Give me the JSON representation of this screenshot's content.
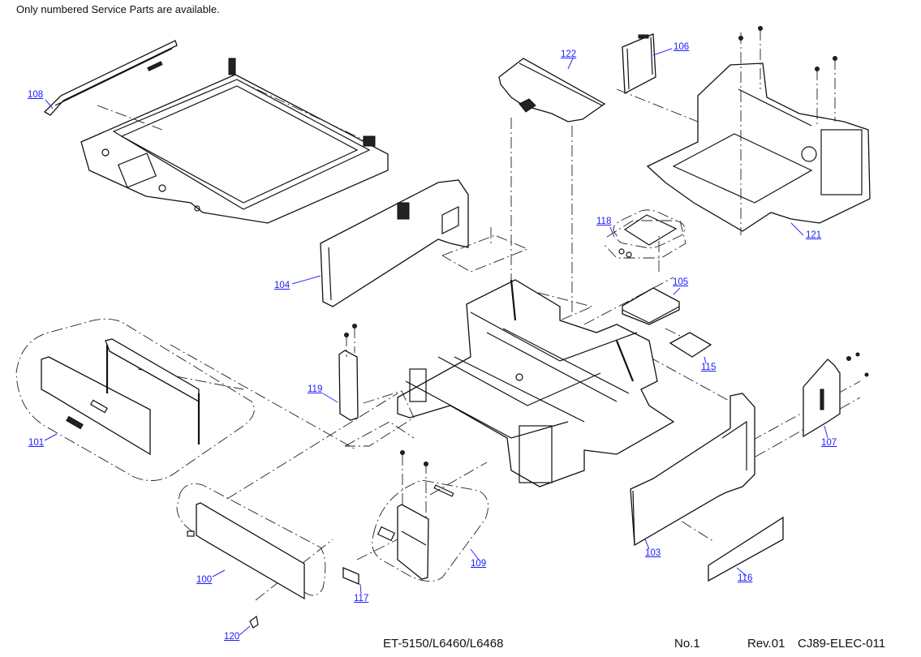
{
  "header": {
    "note": "Only numbered Service Parts are available."
  },
  "parts": [
    {
      "id": "100",
      "label": "100"
    },
    {
      "id": "101",
      "label": "101"
    },
    {
      "id": "103",
      "label": "103"
    },
    {
      "id": "104",
      "label": "104"
    },
    {
      "id": "105",
      "label": "105"
    },
    {
      "id": "106",
      "label": "106"
    },
    {
      "id": "107",
      "label": "107"
    },
    {
      "id": "108",
      "label": "108"
    },
    {
      "id": "109",
      "label": "109"
    },
    {
      "id": "115",
      "label": "115"
    },
    {
      "id": "116",
      "label": "116"
    },
    {
      "id": "117",
      "label": "117"
    },
    {
      "id": "118",
      "label": "118"
    },
    {
      "id": "119",
      "label": "119"
    },
    {
      "id": "120",
      "label": "120"
    },
    {
      "id": "121",
      "label": "121"
    },
    {
      "id": "122",
      "label": "122"
    }
  ],
  "footer": {
    "model": "ET-5150/L6460/L6468",
    "page": "No.1",
    "revision": "Rev.01",
    "doc_code": "CJ89-ELEC-011"
  },
  "colors": {
    "link": "#1a1aff",
    "line": "#111111"
  }
}
